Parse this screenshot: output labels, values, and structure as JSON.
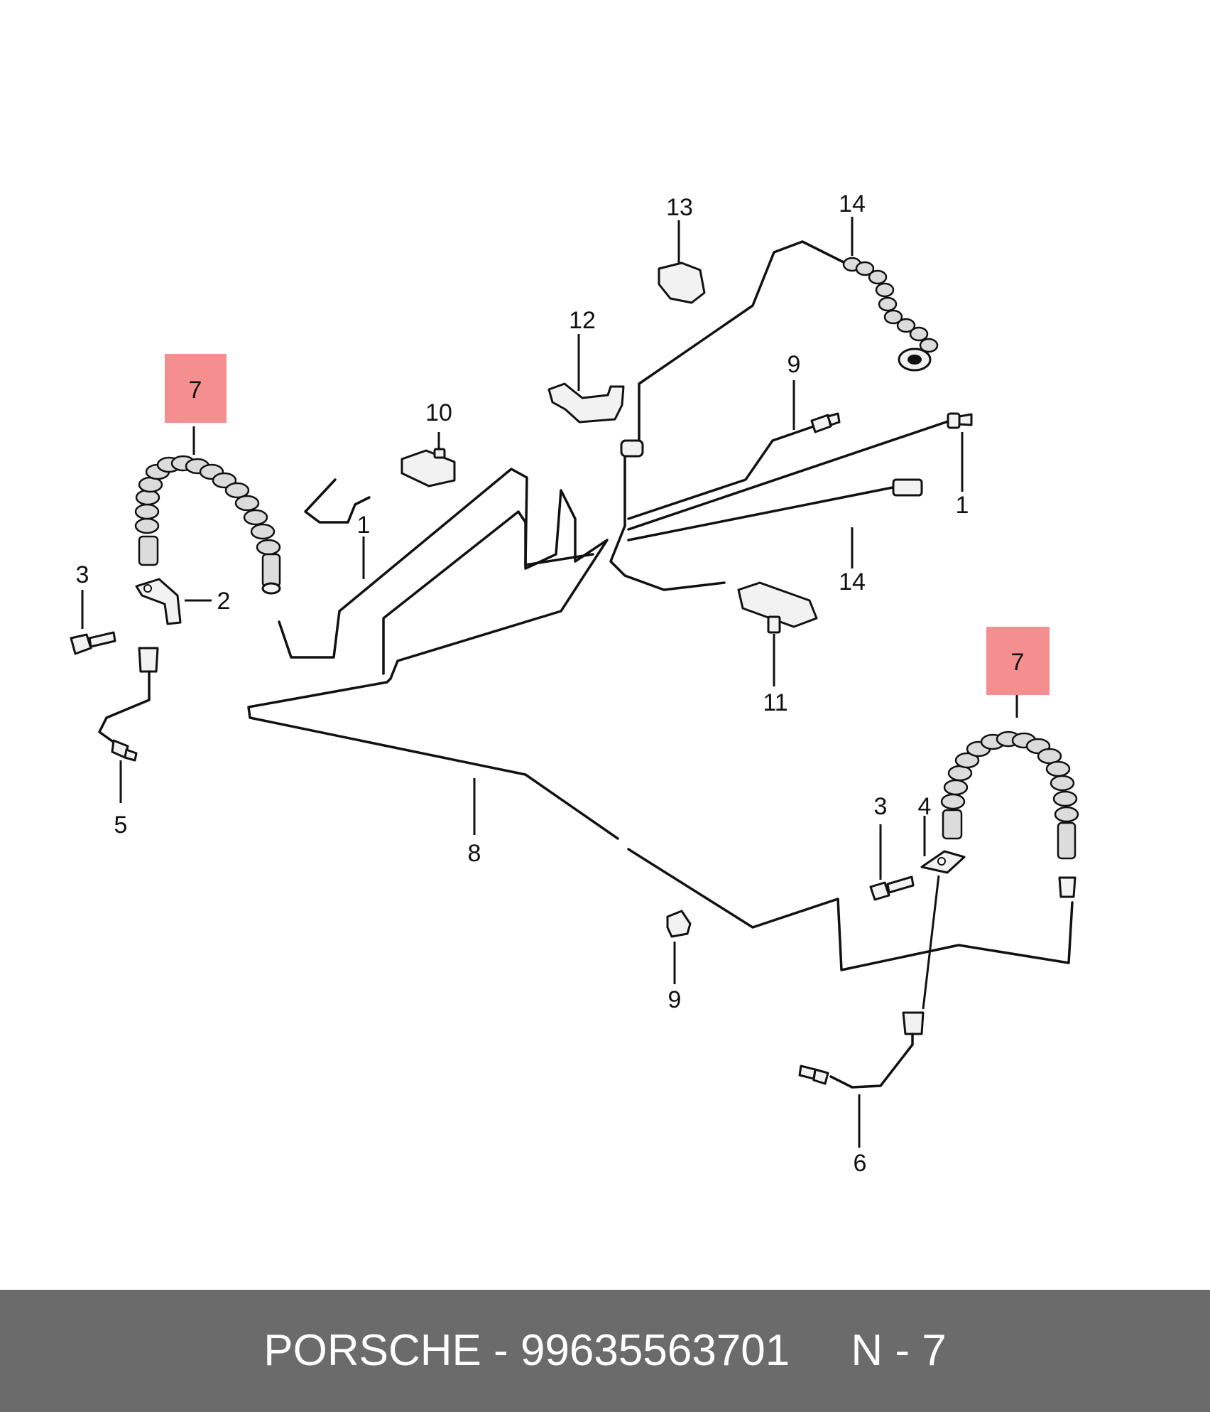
{
  "callouts": {
    "c1a": "1",
    "c1b": "1",
    "c2": "2",
    "c3a": "3",
    "c3b": "3",
    "c4": "4",
    "c5": "5",
    "c6": "6",
    "c7a": "7",
    "c7b": "7",
    "c8": "8",
    "c9a": "9",
    "c9b": "9",
    "c10": "10",
    "c11": "11",
    "c12": "12",
    "c13": "13",
    "c14a": "14",
    "c14b": "14"
  },
  "highlight_color": "#f58f8f",
  "footer": {
    "brand": "PORSCHE",
    "part_number": "99635563701",
    "position": "N - 7",
    "text": "PORSCHE - 99635563701     N - 7",
    "background": "#6b6b6b"
  }
}
